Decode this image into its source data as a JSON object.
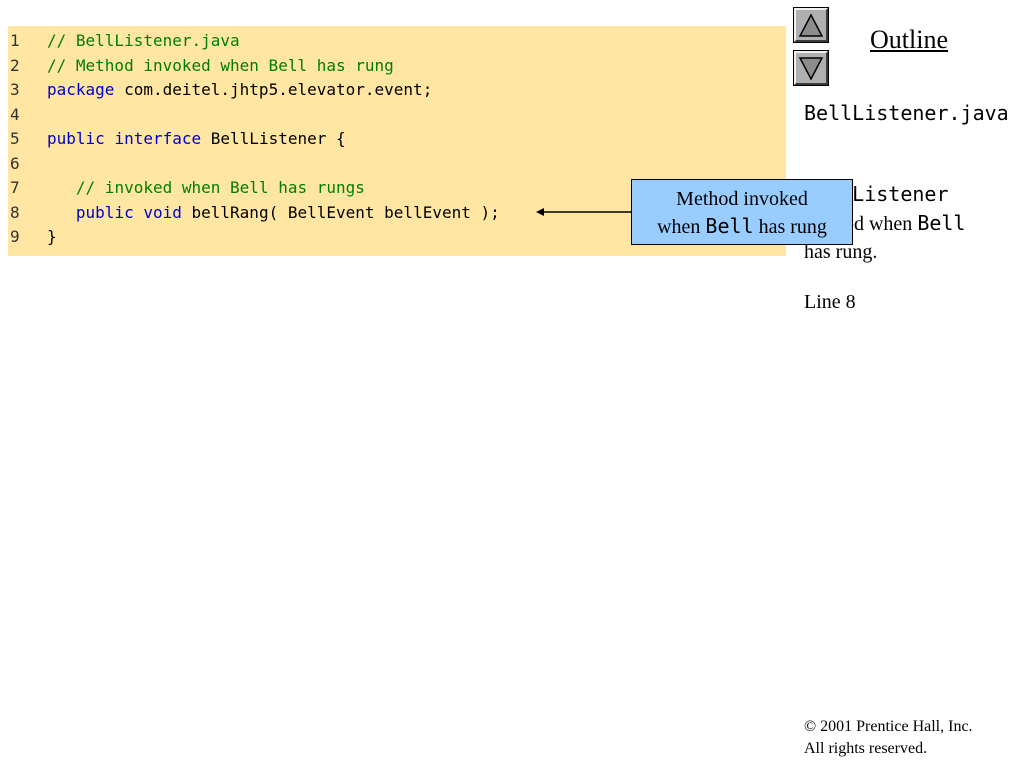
{
  "code_listing": {
    "lines": [
      {
        "number": "1",
        "segments": [
          {
            "type": "comment",
            "text": "// BellListener.java"
          }
        ]
      },
      {
        "number": "2",
        "segments": [
          {
            "type": "comment",
            "text": "// Method invoked when Bell has rung"
          }
        ]
      },
      {
        "number": "3",
        "segments": [
          {
            "type": "keyword",
            "text": "package"
          },
          {
            "type": "text",
            "text": " com.deitel.jhtp5.elevator.event;"
          }
        ]
      },
      {
        "number": "4",
        "segments": []
      },
      {
        "number": "5",
        "segments": [
          {
            "type": "keyword",
            "text": "public"
          },
          {
            "type": "text",
            "text": " "
          },
          {
            "type": "keyword",
            "text": "interface"
          },
          {
            "type": "text",
            "text": " BellListener {"
          }
        ]
      },
      {
        "number": "6",
        "segments": []
      },
      {
        "number": "7",
        "segments": [
          {
            "type": "text",
            "text": "   "
          },
          {
            "type": "comment",
            "text": "// invoked when Bell has rungs"
          }
        ]
      },
      {
        "number": "8",
        "segments": [
          {
            "type": "text",
            "text": "   "
          },
          {
            "type": "keyword",
            "text": "public"
          },
          {
            "type": "text",
            "text": " "
          },
          {
            "type": "keyword",
            "text": "void"
          },
          {
            "type": "text",
            "text": " bellRang( BellEvent bellEvent );"
          }
        ]
      },
      {
        "number": "9",
        "segments": [
          {
            "type": "text",
            "text": "}"
          }
        ]
      }
    ]
  },
  "callout": {
    "line1": "Method invoked",
    "line2_prefix": "when ",
    "line2_code": "Bell",
    "line2_suffix": " has rung"
  },
  "sidebar": {
    "title": "Outline",
    "filename": "BellListener.java",
    "desc_code": "BellListener",
    "desc_mid": "method when ",
    "desc_code2": "Bell",
    "desc_end": " has rung.",
    "line_ref": "Line 8"
  },
  "footer": {
    "copyright": "© 2001 Prentice Hall, Inc.",
    "rights": "All rights reserved."
  },
  "colors": {
    "code_background": "#ffe6a2",
    "comment": "#007f00",
    "keyword": "#0000cc",
    "callout_background": "#99ccff",
    "nav_button": "#b0b0b0"
  },
  "icons": {
    "previous": "triangle-up-icon",
    "next": "triangle-down-icon"
  }
}
